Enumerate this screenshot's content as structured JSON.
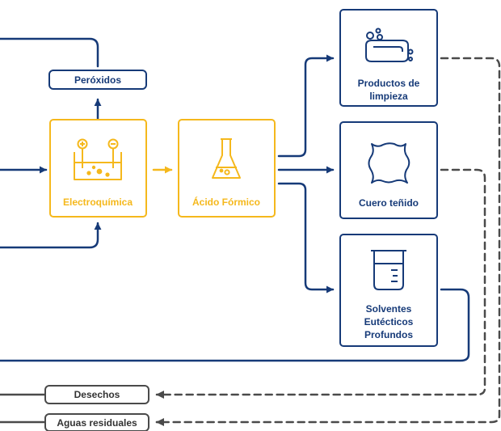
{
  "nodes": {
    "peroxidos": "Peróxidos",
    "electroquimica": "Electroquímica",
    "acido_formico": "Ácido Fórmico",
    "productos_limpieza": {
      "line1": "Productos de",
      "line2": "limpieza"
    },
    "cuero_tenido": "Cuero teñido",
    "solventes": {
      "line1": "Solventes",
      "line2": "Eutécticos",
      "line3": "Profundos"
    },
    "desechos": "Desechos",
    "aguas_residuales": "Aguas residuales"
  },
  "colors": {
    "navy": "#163a78",
    "yellow": "#f5b81c",
    "gray": "#4a4a4a"
  },
  "icons": {
    "electroquimica": "electrolysis-cell-icon",
    "acido_formico": "flask-icon",
    "productos_limpieza": "soap-bubbles-icon",
    "cuero_tenido": "leather-hide-icon",
    "solventes": "beaker-icon"
  }
}
